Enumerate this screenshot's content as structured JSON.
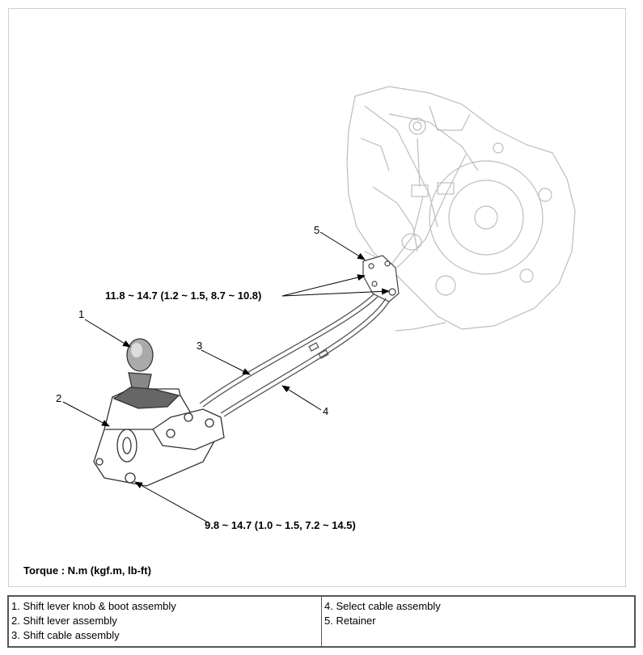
{
  "callouts": {
    "c1": "1",
    "c2": "2",
    "c3": "3",
    "c4": "4",
    "c5": "5"
  },
  "torque": {
    "retainer": "11.8 ~ 14.7 (1.2 ~ 1.5, 8.7 ~ 10.8)",
    "lever": "9.8 ~ 14.7 (1.0 ~ 1.5, 7.2 ~ 14.5)",
    "unit_note": "Torque : N.m (kgf.m, lb-ft)"
  },
  "legend": {
    "left": [
      "1. Shift lever knob & boot assembly",
      "2. Shift lever assembly",
      "3. Shift cable assembly"
    ],
    "right": [
      "4. Select cable assembly",
      "5. Retainer"
    ]
  }
}
